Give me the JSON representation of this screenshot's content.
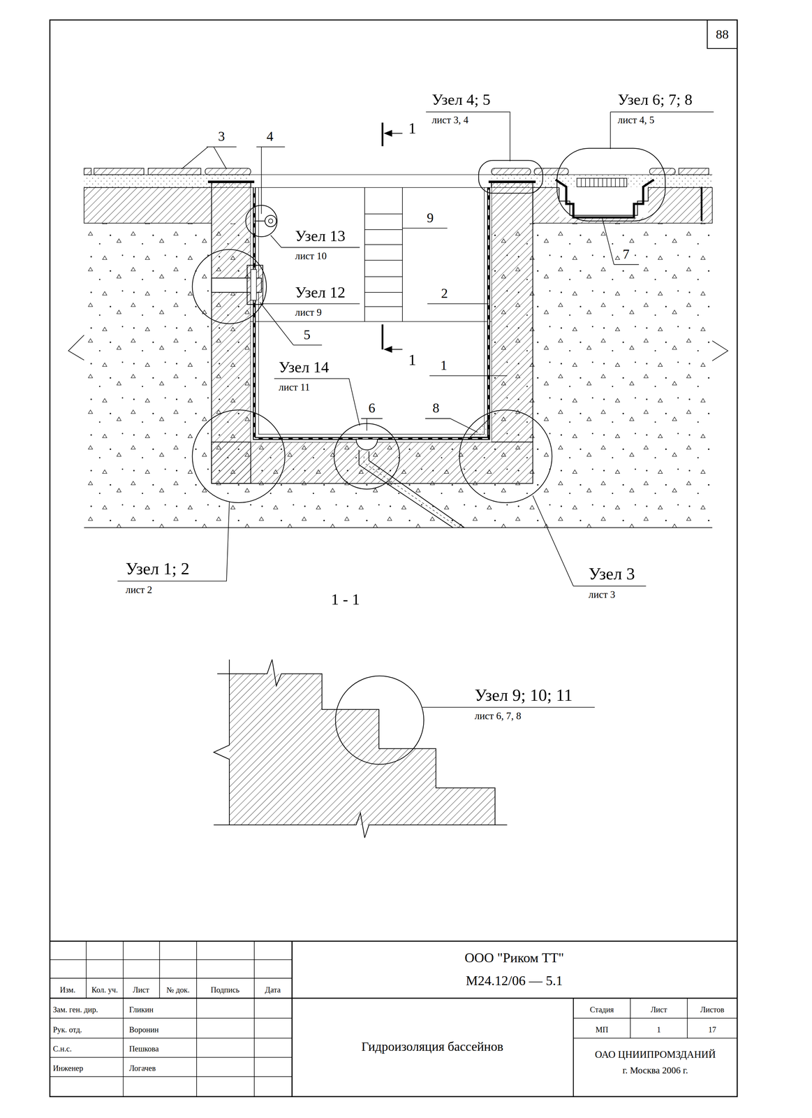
{
  "diagram": {
    "title": "Гидроизоляция бассейнов",
    "labels": [
      "88",
      "Узел 4; 5",
      "лист 3, 4",
      "Узел 6; 7; 8",
      "лист 4, 5",
      "3",
      "4",
      "1",
      "Узел 13",
      "лист 10",
      "9",
      "Узел 12",
      "лист 9",
      "2",
      "5",
      "7",
      "1",
      "Узел 14",
      "лист 11",
      "6",
      "8",
      "1",
      "Узел 1; 2",
      "лист 2",
      "Узел 3",
      "лист 3",
      "1 - 1",
      "Узел 9; 10; 11",
      "лист 6, 7, 8",
      "ООО \"Риком ТТ\"",
      "М24.12/06 — 5.1",
      "Изм.",
      "Кол. уч.",
      "Лист",
      "№ док.",
      "Подпись",
      "Дата",
      "Зам. ген. дир.",
      "Гликин",
      "Рук. отд.",
      "Воронин",
      "С.н.с.",
      "Пешкова",
      "Инженер",
      "Логачев",
      "Стадия",
      "Лист",
      "Листов",
      "МП",
      "1",
      "17",
      "ОАО ЦНИИПРОМЗДАНИЙ",
      "г. Москва 2006 г."
    ]
  }
}
